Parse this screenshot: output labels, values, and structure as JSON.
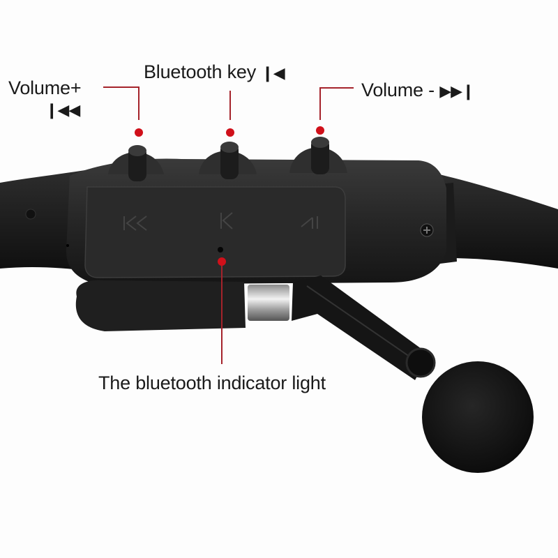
{
  "image": {
    "subject": "bone-conduction bluetooth headset (black) with foam earpiece",
    "background": "#fdfdfd",
    "accent_color": "#d0101a",
    "leader_line_color": "#a5232b"
  },
  "annotations": [
    {
      "id": "volume-up",
      "label": "Volume+",
      "glyphs": "❙◀◀"
    },
    {
      "id": "bluetooth-key",
      "label": "Bluetooth key",
      "glyphs": "❙◀"
    },
    {
      "id": "volume-down",
      "label": "Volume -",
      "glyphs": "▶▶❙"
    },
    {
      "id": "indicator-light",
      "label": "The bluetooth indicator light",
      "glyphs": ""
    }
  ]
}
